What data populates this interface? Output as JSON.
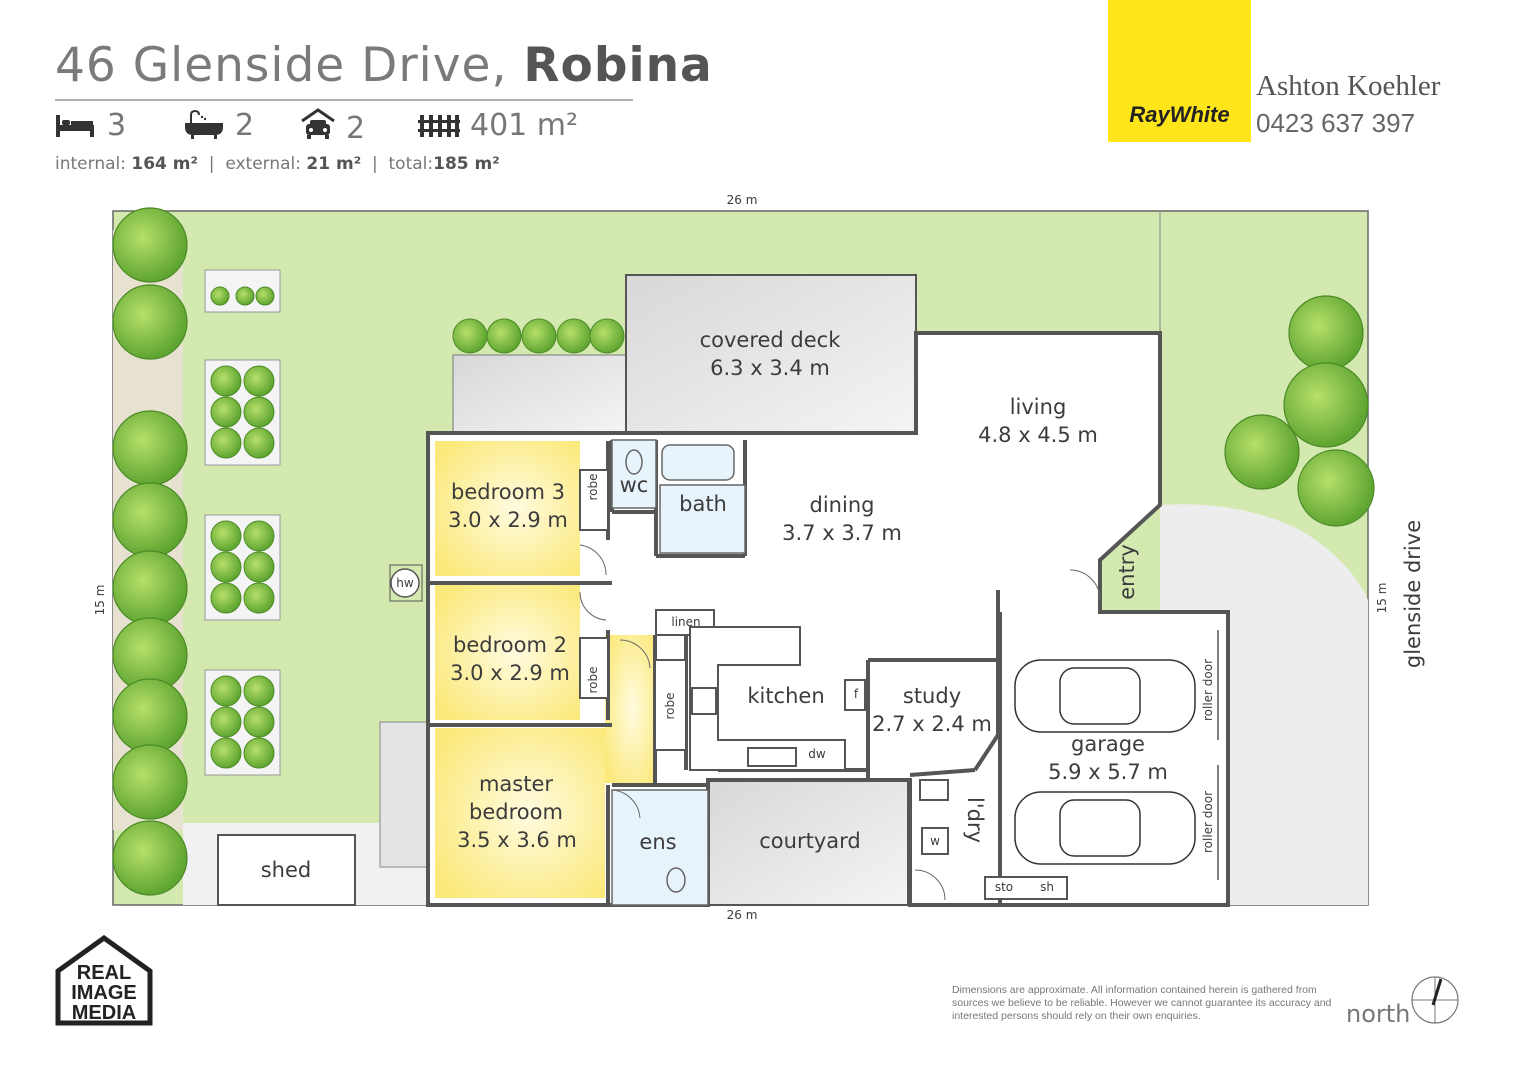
{
  "header": {
    "street": "46 Glenside Drive,",
    "suburb": "Robina",
    "beds": "3",
    "baths": "2",
    "cars": "2",
    "land": "401 m²",
    "internal_label": "internal:",
    "internal_value": "164 m²",
    "external_label": "external:",
    "external_value": "21 m²",
    "total_label": "total:",
    "total_value": "185 m²",
    "separator": "|"
  },
  "agency": {
    "brand": "RayWhite",
    "brand_color": "#ffe51a",
    "agent_name": "Ashton Koehler",
    "agent_phone": "0423 637 397"
  },
  "plan": {
    "dim_top": "26 m",
    "dim_bottom": "26 m",
    "dim_left": "15 m",
    "dim_right": "15 m",
    "street_name": "glenside drive",
    "rooms": {
      "covered_deck": {
        "name": "covered deck",
        "size": "6.3 x 3.4 m"
      },
      "living": {
        "name": "living",
        "size": "4.8 x 4.5 m"
      },
      "dining": {
        "name": "dining",
        "size": "3.7 x 3.7 m"
      },
      "bedroom3": {
        "name": "bedroom 3",
        "size": "3.0 x 2.9 m"
      },
      "bedroom2": {
        "name": "bedroom 2",
        "size": "3.0 x 2.9 m"
      },
      "master": {
        "name1": "master",
        "name2": "bedroom",
        "size": "3.5 x 3.6 m"
      },
      "kitchen": {
        "name": "kitchen"
      },
      "study": {
        "name": "study",
        "size": "2.7 x 2.4 m"
      },
      "garage": {
        "name": "garage",
        "size": "5.9 x 5.7 m"
      },
      "courtyard": {
        "name": "courtyard"
      },
      "shed": {
        "name": "shed"
      },
      "ens": {
        "name": "ens"
      },
      "bath": {
        "name": "bath"
      },
      "wc": {
        "name": "wc"
      },
      "laundry": {
        "name": "l'dry"
      },
      "entry": {
        "name": "entry"
      }
    },
    "fixtures": {
      "robe": "robe",
      "linen": "linen",
      "hw": "hw",
      "f": "f",
      "dw": "dw",
      "w": "w",
      "sto": "sto",
      "sh": "sh",
      "roller_door": "roller door"
    },
    "colors": {
      "lawn": "#cfe6a8",
      "bedroom": "#fff3a8",
      "wall": "#555555"
    }
  },
  "footer": {
    "logo_line1": "REAL",
    "logo_line2": "IMAGE",
    "logo_line3": "MEDIA",
    "disclaimer": "Dimensions are approximate.  All information contained herein is gathered from sources we believe to be reliable.  However we cannot guarantee its accuracy and interested persons should rely on their own enquiries.",
    "north": "north"
  }
}
